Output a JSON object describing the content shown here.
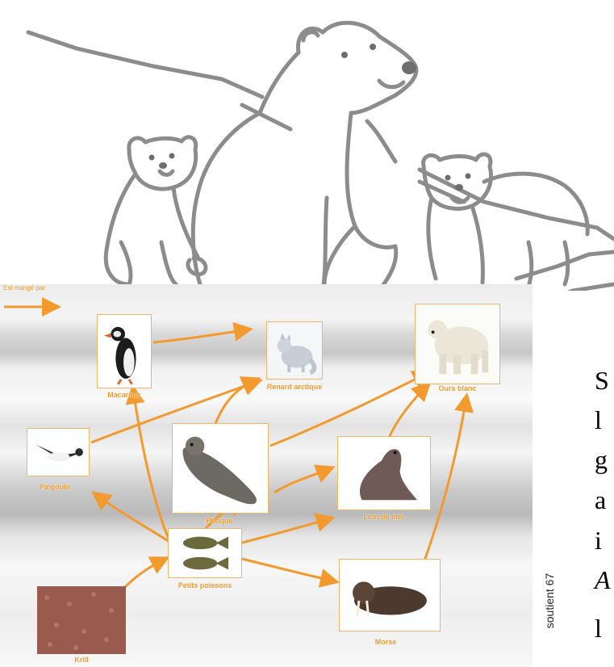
{
  "legend": {
    "label": "Est mangé par"
  },
  "species": {
    "macareux": "Macareux",
    "renard": "Renard arctique",
    "ours": "Ours blanc",
    "pingouin": "Pingouin",
    "phoque": "Phoque",
    "otarie": "Lion de mer",
    "poissons": "Petits poissons",
    "morse": "Morse",
    "krill": "Krill"
  },
  "side_letters": [
    "S",
    "l",
    "g",
    "a",
    "i",
    "A",
    "l"
  ],
  "credit": "soutient 67",
  "colors": {
    "arrow": "#f29a2e",
    "card_border": "#f2b36a",
    "outline": "#8a8a8a"
  }
}
